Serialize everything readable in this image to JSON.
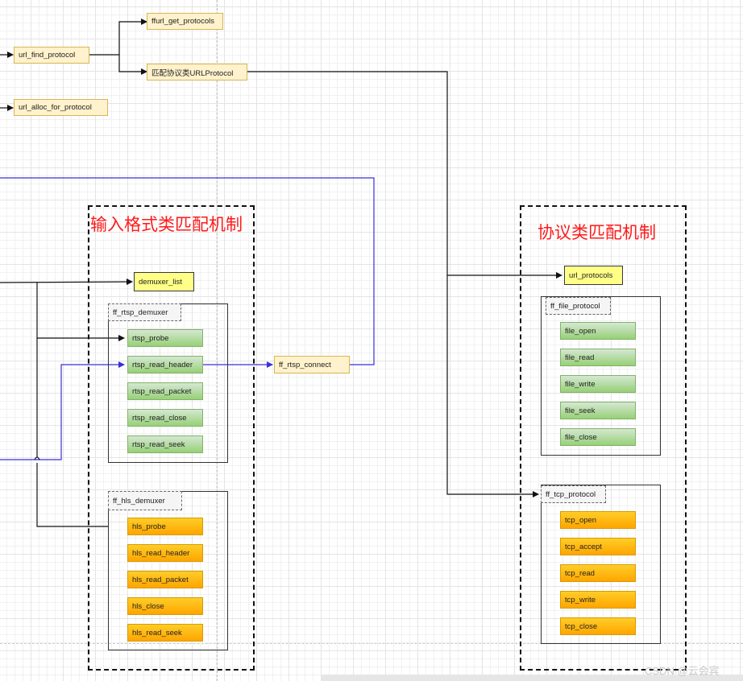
{
  "top": {
    "url_find_protocol": "url_find_protocol",
    "ffurl_get_protocols": "ffurl_get_protocols",
    "match_urlprotocol": "匹配协议类URLProtocol",
    "url_alloc_for_protocol": "url_alloc_for_protocol"
  },
  "input_format": {
    "title": "输入格式类匹配机制",
    "demuxer_list": "demuxer_list",
    "rtsp_group": {
      "title": "ff_rtsp_demuxer",
      "items": [
        "rtsp_probe",
        "rtsp_read_header",
        "rtsp_read_packet",
        "rtsp_read_close",
        "rtsp_read_seek"
      ]
    },
    "ff_rtsp_connect": "ff_rtsp_connect",
    "hls_group": {
      "title": "ff_hls_demuxer",
      "items": [
        "hls_probe",
        "hls_read_header",
        "hls_read_packet",
        "hls_close",
        "hls_read_seek"
      ]
    }
  },
  "protocol": {
    "title": "协议类匹配机制",
    "url_protocols": "url_protocols",
    "file_group": {
      "title": "ff_file_protocol",
      "items": [
        "file_open",
        "file_read",
        "file_write",
        "file_seek",
        "file_close"
      ]
    },
    "tcp_group": {
      "title": "ff_tcp_protocol",
      "items": [
        "tcp_open",
        "tcp_accept",
        "tcp_read",
        "tcp_write",
        "tcp_close"
      ]
    }
  },
  "watermark": "CSDN @云会宾",
  "colors": {
    "title_red": "#ff1a1a",
    "purple_line": "#3a2fd6",
    "black_line": "#111111",
    "green_fill": "#97d077",
    "orange_fill": "#ffa500",
    "light_yellow_fill": "#fff2cc",
    "yellow_fill": "#ffff88"
  }
}
